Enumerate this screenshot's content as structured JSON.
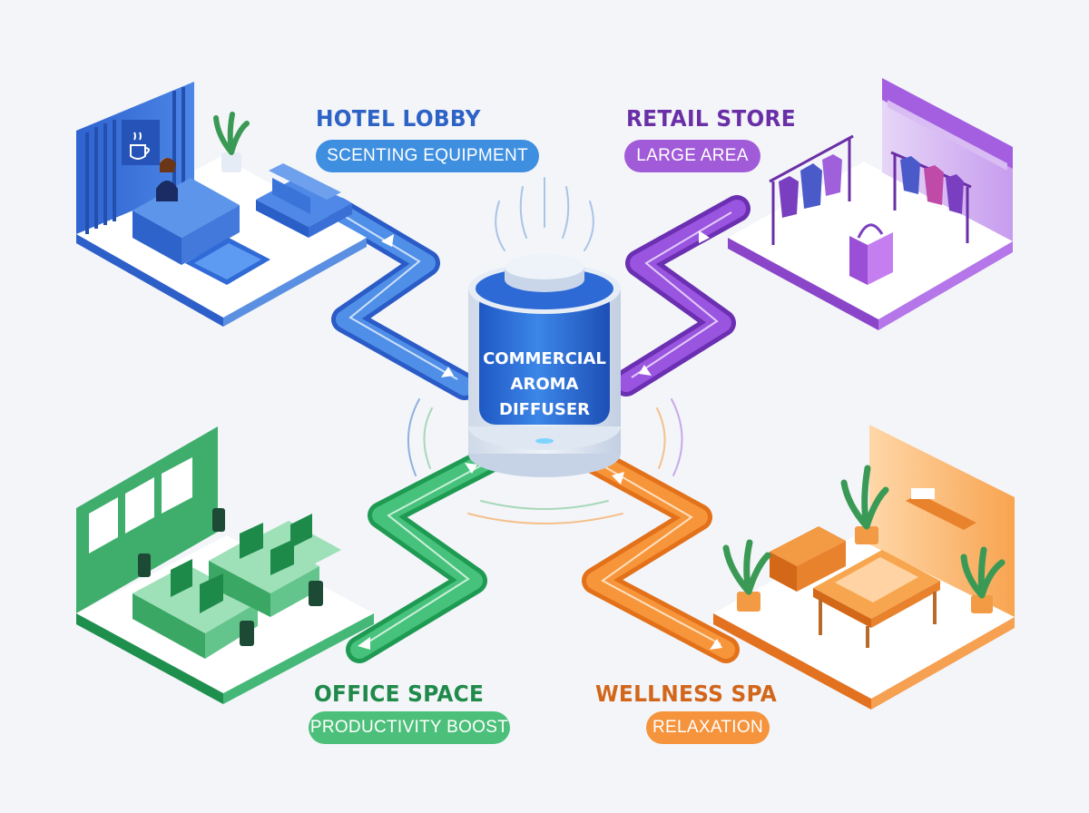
{
  "center": {
    "line1": "COMMERCIAL",
    "line2": "AROMA",
    "line3": "DIFFUSER"
  },
  "zones": {
    "hotel": {
      "title": "HOTEL LOBBY",
      "tag": "SCENTING EQUIPMENT",
      "color": "#2e63c6",
      "pill_color": "#3f8fe0"
    },
    "retail": {
      "title": "RETAIL STORE",
      "tag": "LARGE AREA",
      "color": "#6a2fa6",
      "pill_color": "#a15bd8"
    },
    "office": {
      "title": "OFFICE SPACE",
      "tag": "PRODUCTIVITY BOOST",
      "color": "#1f8a4a",
      "pill_color": "#4cc07a"
    },
    "spa": {
      "title": "WELLNESS SPA",
      "tag": "RELAXATION",
      "color": "#d2661b",
      "pill_color": "#f5943c"
    }
  }
}
